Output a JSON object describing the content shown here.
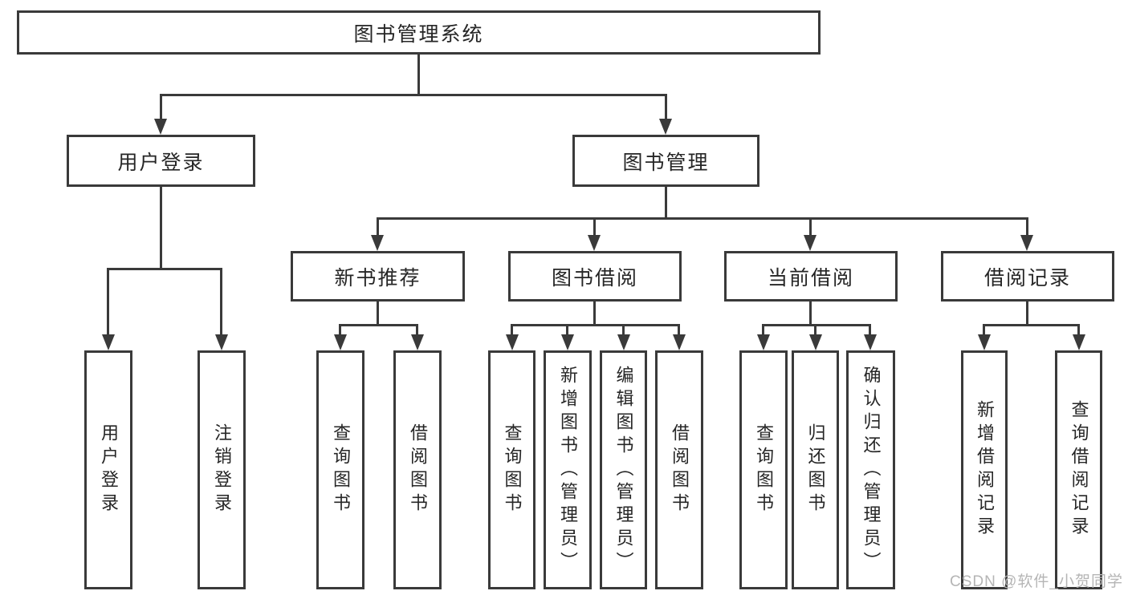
{
  "tree": {
    "root": "图书管理系统",
    "children": [
      {
        "label": "用户登录",
        "children": [
          {
            "label": "用户登录"
          },
          {
            "label": "注销登录"
          }
        ]
      },
      {
        "label": "图书管理",
        "children": [
          {
            "label": "新书推荐",
            "children": [
              {
                "label": "查询图书"
              },
              {
                "label": "借阅图书"
              }
            ]
          },
          {
            "label": "图书借阅",
            "children": [
              {
                "label": "查询图书"
              },
              {
                "label": "新增图书（管理员）"
              },
              {
                "label": "编辑图书（管理员）"
              },
              {
                "label": "借阅图书"
              }
            ]
          },
          {
            "label": "当前借阅",
            "children": [
              {
                "label": "查询图书"
              },
              {
                "label": "归还图书"
              },
              {
                "label": "确认归还（管理员）"
              }
            ]
          },
          {
            "label": "借阅记录",
            "children": [
              {
                "label": "新增借阅记录"
              },
              {
                "label": "查询借阅记录"
              }
            ]
          }
        ]
      }
    ]
  },
  "watermark": {
    "text": "CSDN @软件_小贺同学"
  },
  "colors": {
    "line": "#3a3a3a",
    "text": "#262626",
    "watermark": "#b5b5b5",
    "background": "#ffffff"
  }
}
